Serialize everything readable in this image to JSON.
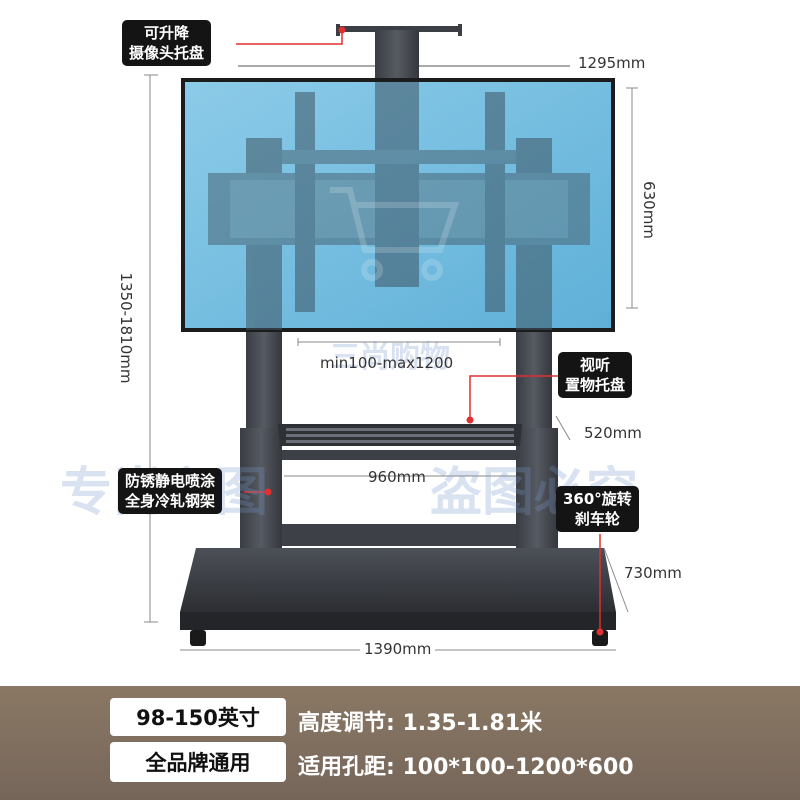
{
  "labels": {
    "camera_tray": [
      "可升降",
      "摄像头托盘"
    ],
    "av_tray": [
      "视听",
      "置物托盘"
    ],
    "coating": [
      "防锈静电喷涂",
      "全身冷轧钢架"
    ],
    "casters": [
      "360°旋转",
      "刹车轮"
    ]
  },
  "dimensions": {
    "top_width": "1295mm",
    "screen_height": "630mm",
    "overall_height": "1350-1810mm",
    "vesa_range": "min100-max1200",
    "tray_depth": "520mm",
    "tray_width": "960mm",
    "base_depth": "730mm",
    "base_width": "1390mm"
  },
  "watermark": {
    "center": "三尚购物",
    "left": "专尚主图",
    "right": "盗图必究"
  },
  "specs": {
    "size": "98-150英寸",
    "compat": "全品牌通用",
    "height": "高度调节: 1.35-1.81米",
    "hole": "适用孔距: 100*100-1200*600"
  },
  "colors": {
    "label_bg": "#141414",
    "marker_red": "#e03030",
    "screen_blue": "#74bde0",
    "frame_gray": "#4a4e55",
    "spec_bar": "#7e6e60"
  }
}
